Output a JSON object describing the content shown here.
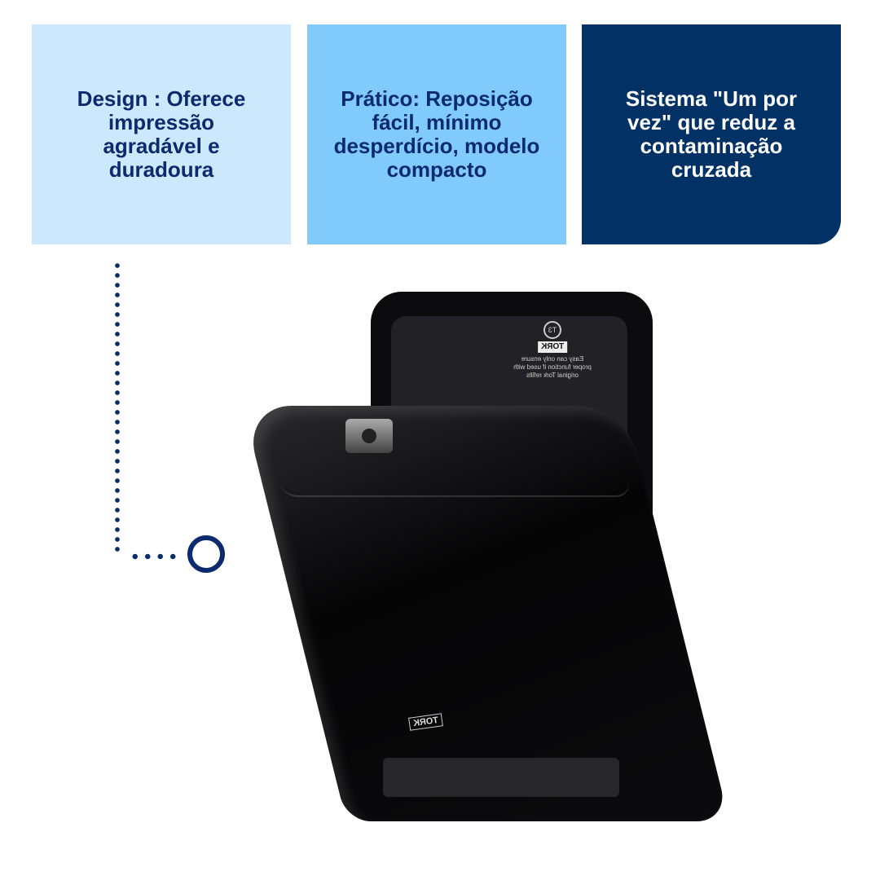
{
  "features": [
    {
      "text": "Design : Oferece impressão agradável e duradoura",
      "color": "#cce8fd"
    },
    {
      "text": "Prático: Reposição fácil, mínimo desperdício, modelo compacto",
      "color": "#80cbfc"
    },
    {
      "text": "Sistema \"Um por vez\" que reduz a contaminação cruzada",
      "color": "#023166"
    }
  ],
  "product": {
    "brand_logo": "TORK",
    "refill_code": "T3",
    "label_text": "Easy can only ensure proper function if used with original Tork refills"
  },
  "colors": {
    "navy": "#0c2a6e",
    "dark_navy": "#023166"
  }
}
